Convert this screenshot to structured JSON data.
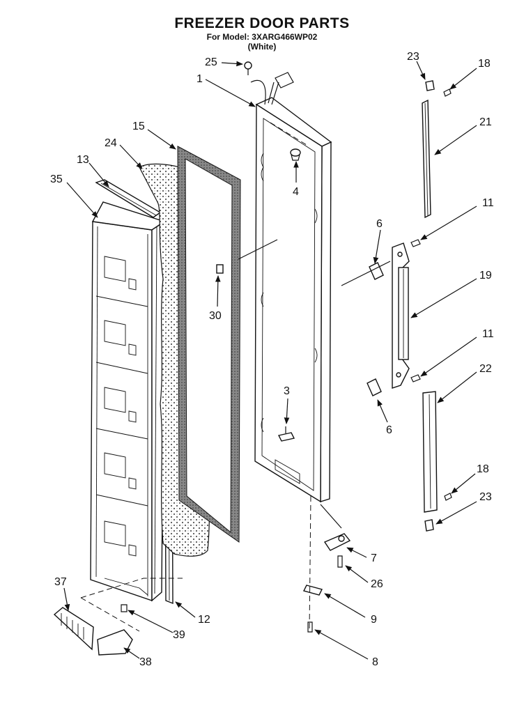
{
  "header": {
    "title": "FREEZER DOOR PARTS",
    "subtitle": "For Model: 3XARG466WP02",
    "variant": "(White)"
  },
  "callouts": [
    {
      "id": "c25",
      "label": "25"
    },
    {
      "id": "c1",
      "label": "1"
    },
    {
      "id": "c4",
      "label": "4"
    },
    {
      "id": "c15",
      "label": "15"
    },
    {
      "id": "c24",
      "label": "24"
    },
    {
      "id": "c13",
      "label": "13"
    },
    {
      "id": "c35",
      "label": "35"
    },
    {
      "id": "c30",
      "label": "30"
    },
    {
      "id": "c3",
      "label": "3"
    },
    {
      "id": "c23a",
      "label": "23"
    },
    {
      "id": "c18a",
      "label": "18"
    },
    {
      "id": "c21",
      "label": "21"
    },
    {
      "id": "c11a",
      "label": "11"
    },
    {
      "id": "c6a",
      "label": "6"
    },
    {
      "id": "c19",
      "label": "19"
    },
    {
      "id": "c11b",
      "label": "11"
    },
    {
      "id": "c22",
      "label": "22"
    },
    {
      "id": "c6b",
      "label": "6"
    },
    {
      "id": "c18b",
      "label": "18"
    },
    {
      "id": "c23b",
      "label": "23"
    },
    {
      "id": "c7",
      "label": "7"
    },
    {
      "id": "c26",
      "label": "26"
    },
    {
      "id": "c9",
      "label": "9"
    },
    {
      "id": "c8",
      "label": "8"
    },
    {
      "id": "c37",
      "label": "37"
    },
    {
      "id": "c39",
      "label": "39"
    },
    {
      "id": "c12",
      "label": "12"
    },
    {
      "id": "c38",
      "label": "38"
    }
  ]
}
